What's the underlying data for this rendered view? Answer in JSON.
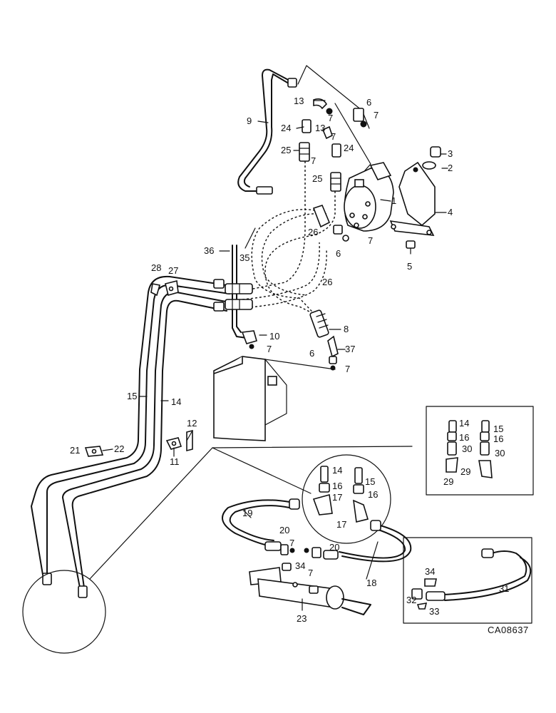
{
  "diagram": {
    "catalog_code": "CA08637",
    "labels": {
      "p1": "1",
      "p2": "2",
      "p3": "3",
      "p4": "4",
      "p5": "5",
      "p6a": "6",
      "p6b": "6",
      "p6c": "6",
      "p7a": "7",
      "p7b": "7",
      "p7c": "7",
      "p7d": "7",
      "p7e": "7",
      "p7f": "7",
      "p7g": "7",
      "p7h": "7",
      "p7i": "7",
      "p8": "8",
      "p9": "9",
      "p10": "10",
      "p11": "11",
      "p12": "12",
      "p13a": "13",
      "p13b": "13",
      "p14a": "14",
      "p14b": "14",
      "p14c": "14",
      "p15a": "15",
      "p15b": "15",
      "p15c": "15",
      "p16a": "16",
      "p16b": "16",
      "p16c": "16",
      "p16d": "16",
      "p17a": "17",
      "p17b": "17",
      "p18": "18",
      "p19": "19",
      "p20a": "20",
      "p20b": "20",
      "p21": "21",
      "p22": "22",
      "p23": "23",
      "p24a": "24",
      "p24b": "24",
      "p25a": "25",
      "p25b": "25",
      "p26a": "26",
      "p26b": "26",
      "p27": "27",
      "p28": "28",
      "p29a": "29",
      "p29b": "29",
      "p30a": "30",
      "p30b": "30",
      "p31": "31",
      "p32": "32",
      "p33": "33",
      "p34a": "34",
      "p34b": "34",
      "p35": "35",
      "p36": "36",
      "p37": "37"
    }
  }
}
